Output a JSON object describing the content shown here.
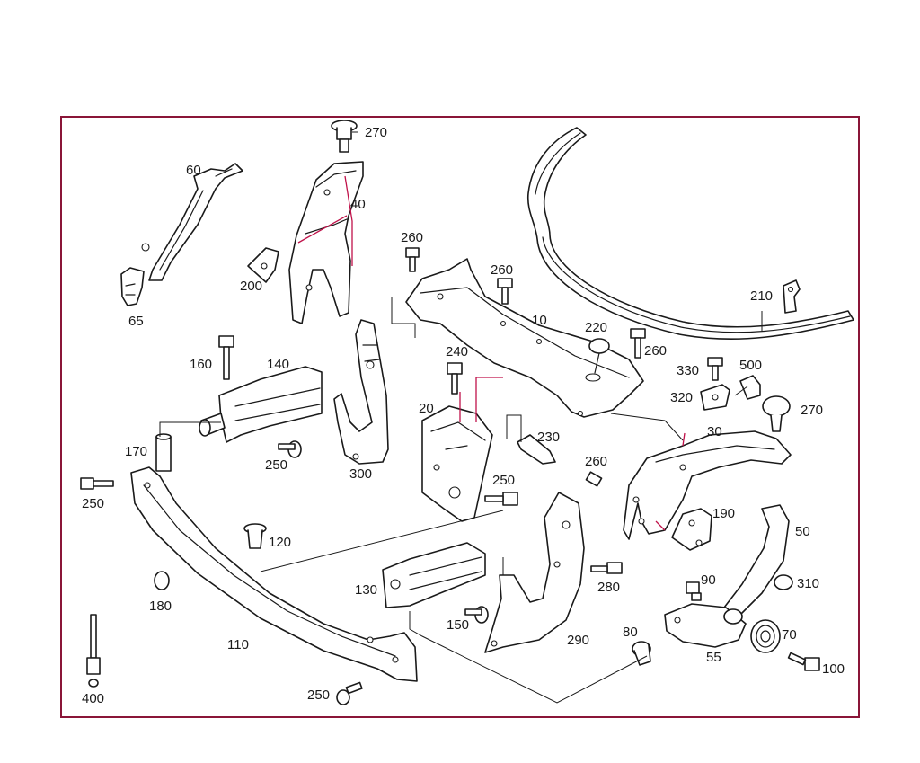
{
  "colors": {
    "frame": "#8a1538",
    "accent": "#c0124a",
    "ink": "#1a1a1a"
  },
  "callouts": {
    "c270a": "270",
    "c40": "40",
    "c60": "60",
    "c65": "65",
    "c200": "200",
    "c260a": "260",
    "c260b": "260",
    "c10": "10",
    "c220": "220",
    "c260c": "260",
    "c210": "210",
    "c330": "330",
    "c500": "500",
    "c320": "320",
    "c270b": "270",
    "c30": "30",
    "c160": "160",
    "c140": "140",
    "c170": "170",
    "c250a": "250",
    "c300": "300",
    "c240": "240",
    "c20": "20",
    "c230": "230",
    "c260d": "260",
    "c250b": "250",
    "c190": "190",
    "c250c": "250",
    "c120": "120",
    "c180": "180",
    "c50": "50",
    "c130": "130",
    "c280": "280",
    "c90": "90",
    "c310": "310",
    "c150": "150",
    "c290": "290",
    "c80": "80",
    "c70": "70",
    "c110": "110",
    "c55": "55",
    "c100": "100",
    "c400": "400",
    "c250d": "250"
  }
}
